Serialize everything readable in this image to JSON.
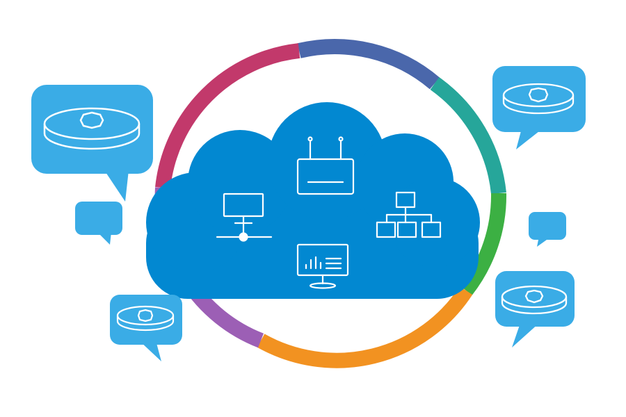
{
  "colors": {
    "background": "#ffffff",
    "cloud": "#0288d1",
    "bubble": "#3aace6",
    "icon_stroke": "#ffffff",
    "ring_segments": [
      "#4a67ab",
      "#26a69a",
      "#3cb043",
      "#f29221",
      "#9c5fb5",
      "#c2396b"
    ]
  },
  "ring": {
    "segment_count": 6
  },
  "cloud": {
    "icons": [
      "network-computer-icon",
      "wireless-router-icon",
      "hierarchy-network-icon",
      "monitor-analytics-icon"
    ]
  },
  "speech_bubbles": [
    {
      "name": "speech-bubble-large-left",
      "icon": "puck-device-icon"
    },
    {
      "name": "speech-bubble-small-left",
      "icon": ""
    },
    {
      "name": "speech-bubble-bottom-left",
      "icon": "puck-device-icon"
    },
    {
      "name": "speech-bubble-top-right",
      "icon": "puck-device-icon"
    },
    {
      "name": "speech-bubble-small-right",
      "icon": ""
    },
    {
      "name": "speech-bubble-bottom-right",
      "icon": "puck-device-icon"
    }
  ]
}
